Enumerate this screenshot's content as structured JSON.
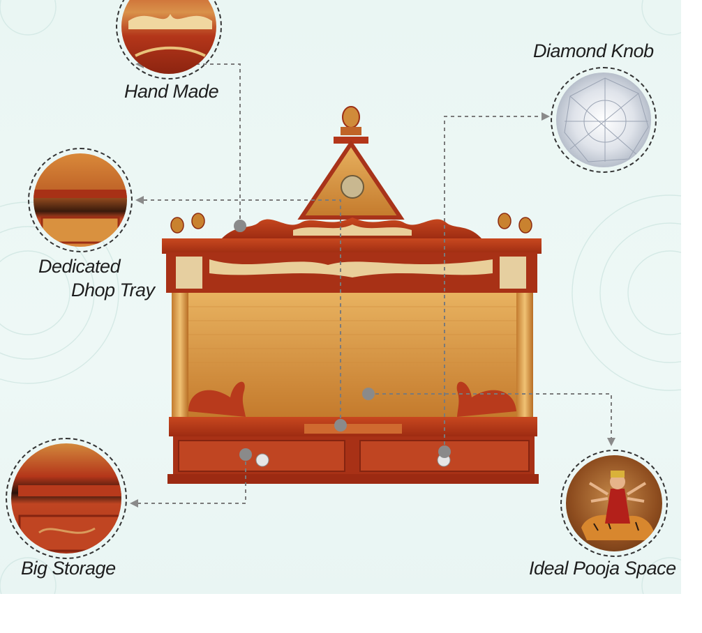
{
  "labels": {
    "hand_made": "Hand Made",
    "diamond_knob": "Diamond Knob",
    "dedicated_line1": "Dedicated",
    "dedicated_line2": "Dhop Tray",
    "big_storage": "Big Storage",
    "ideal_pooja": "Ideal Pooja Space"
  },
  "colors": {
    "background": "#eaf6f3",
    "wood_red": "#b4361a",
    "wood_gold": "#e3a24e",
    "callout_line": "#7a7a7a",
    "label_text": "#1e1e1e"
  }
}
